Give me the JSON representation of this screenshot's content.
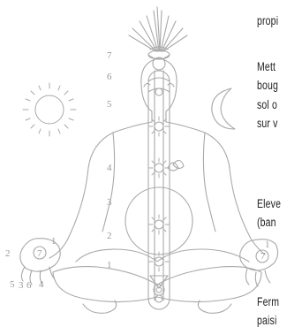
{
  "chakra_numbers": [
    "1",
    "2",
    "3",
    "4",
    "5",
    "6",
    "7"
  ],
  "left_hand_labels": {
    "center": "7",
    "one": "1",
    "two": "2",
    "three": "3",
    "four": "4",
    "five": "5",
    "six": "6"
  },
  "right_hand_labels": {
    "center": "7",
    "one": "1"
  },
  "text_lines": [
    "propi",
    "Mett",
    "boug",
    "sol o",
    "sur v",
    "Eleve",
    "(ban",
    "Ferm",
    "paisi"
  ],
  "colors": {
    "line": "#a8a8a8",
    "text": "#222222"
  },
  "icons": [
    "lotus-crown-icon",
    "sun-icon",
    "crescent-moon-icon",
    "lotus-flower-icon",
    "spiral-icon"
  ]
}
